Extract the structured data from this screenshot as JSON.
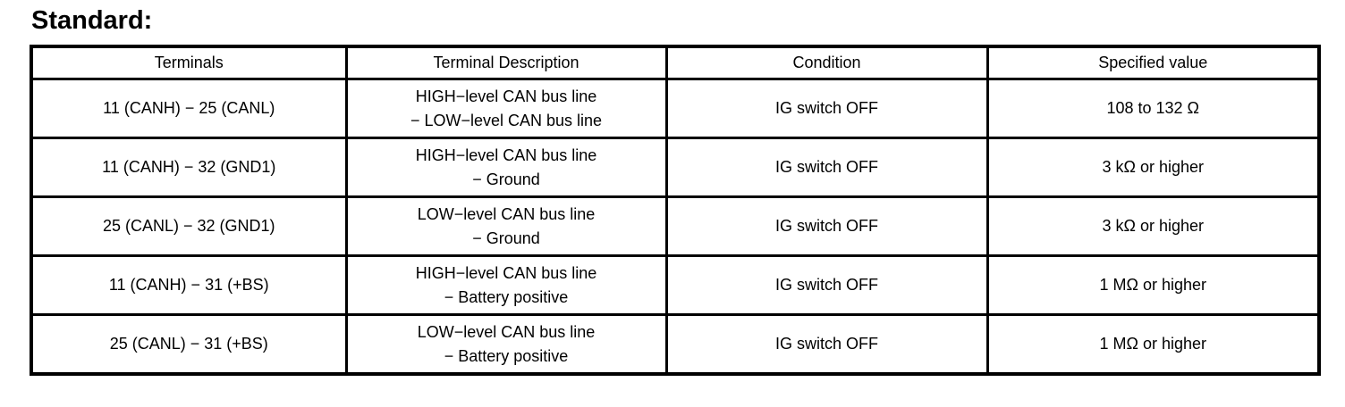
{
  "page": {
    "heading": "Standard:"
  },
  "table": {
    "headers": [
      "Terminals",
      "Terminal Description",
      "Condition",
      "Specified value"
    ],
    "rows": [
      {
        "terminals": "11 (CANH) − 25 (CANL)",
        "description_line1": "HIGH−level CAN bus line",
        "description_line2": "− LOW−level CAN bus line",
        "condition": "IG switch OFF",
        "specified_value": "108 to 132 Ω"
      },
      {
        "terminals": "11 (CANH) − 32 (GND1)",
        "description_line1": "HIGH−level CAN bus line",
        "description_line2": "− Ground",
        "condition": "IG switch OFF",
        "specified_value": "3 kΩ or higher"
      },
      {
        "terminals": "25 (CANL) − 32 (GND1)",
        "description_line1": "LOW−level CAN bus line",
        "description_line2": "− Ground",
        "condition": "IG switch OFF",
        "specified_value": "3 kΩ or higher"
      },
      {
        "terminals": "11 (CANH) − 31 (+BS)",
        "description_line1": "HIGH−level CAN bus line",
        "description_line2": "− Battery positive",
        "condition": "IG switch OFF",
        "specified_value": "1 MΩ or higher"
      },
      {
        "terminals": "25 (CANL) − 31 (+BS)",
        "description_line1": "LOW−level CAN bus line",
        "description_line2": "− Battery positive",
        "condition": "IG switch OFF",
        "specified_value": "1 MΩ or higher"
      }
    ]
  }
}
